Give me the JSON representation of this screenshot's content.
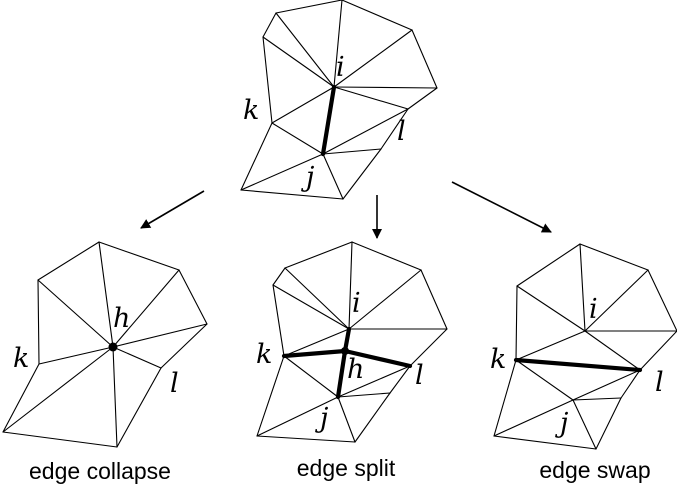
{
  "labels": {
    "top": {
      "i": "i",
      "j": "j",
      "k": "k",
      "l": "l"
    },
    "collapse": {
      "h": "h",
      "k": "k",
      "l": "l"
    },
    "split": {
      "i": "i",
      "j": "j",
      "k": "k",
      "l": "l",
      "h": "h"
    },
    "swap": {
      "i": "i",
      "j": "j",
      "k": "k",
      "l": "l"
    }
  },
  "captions": {
    "collapse": "edge collapse",
    "split": "edge split",
    "swap": "edge swap"
  }
}
